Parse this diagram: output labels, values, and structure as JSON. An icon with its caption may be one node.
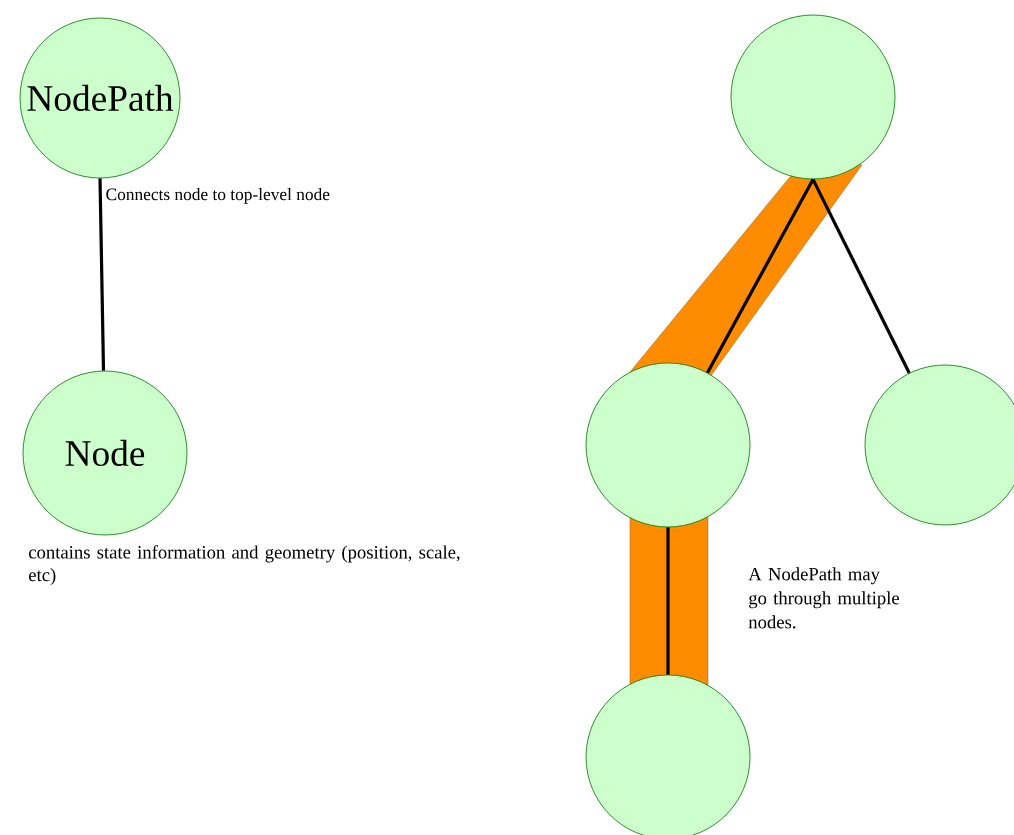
{
  "diagram": {
    "nodes": [
      {
        "text": [
          "NodePath"
        ]
      },
      {
        "text": [
          "Node"
        ],
        "beside": [
          "contains state information and geometry (position, scale, etc)"
        ]
      },
      {
        "text": [],
        "shape": "circle"
      },
      {
        "text": [],
        "shape": "circle"
      },
      {
        "text": [],
        "shape": "circle"
      },
      {
        "text": [],
        "shape": "circle"
      }
    ],
    "edges": [
      {
        "from": 0,
        "to": 1,
        "arrow": "none",
        "label": "Connects node to top-level node"
      },
      {
        "from": 2,
        "to": 3,
        "arrow": "none"
      },
      {
        "from": 2,
        "to": 4,
        "arrow": "none"
      },
      {
        "from": 3,
        "to": 5,
        "arrow": "none"
      }
    ],
    "labels": [
      "A NodePath may go through multiple nodes."
    ]
  }
}
